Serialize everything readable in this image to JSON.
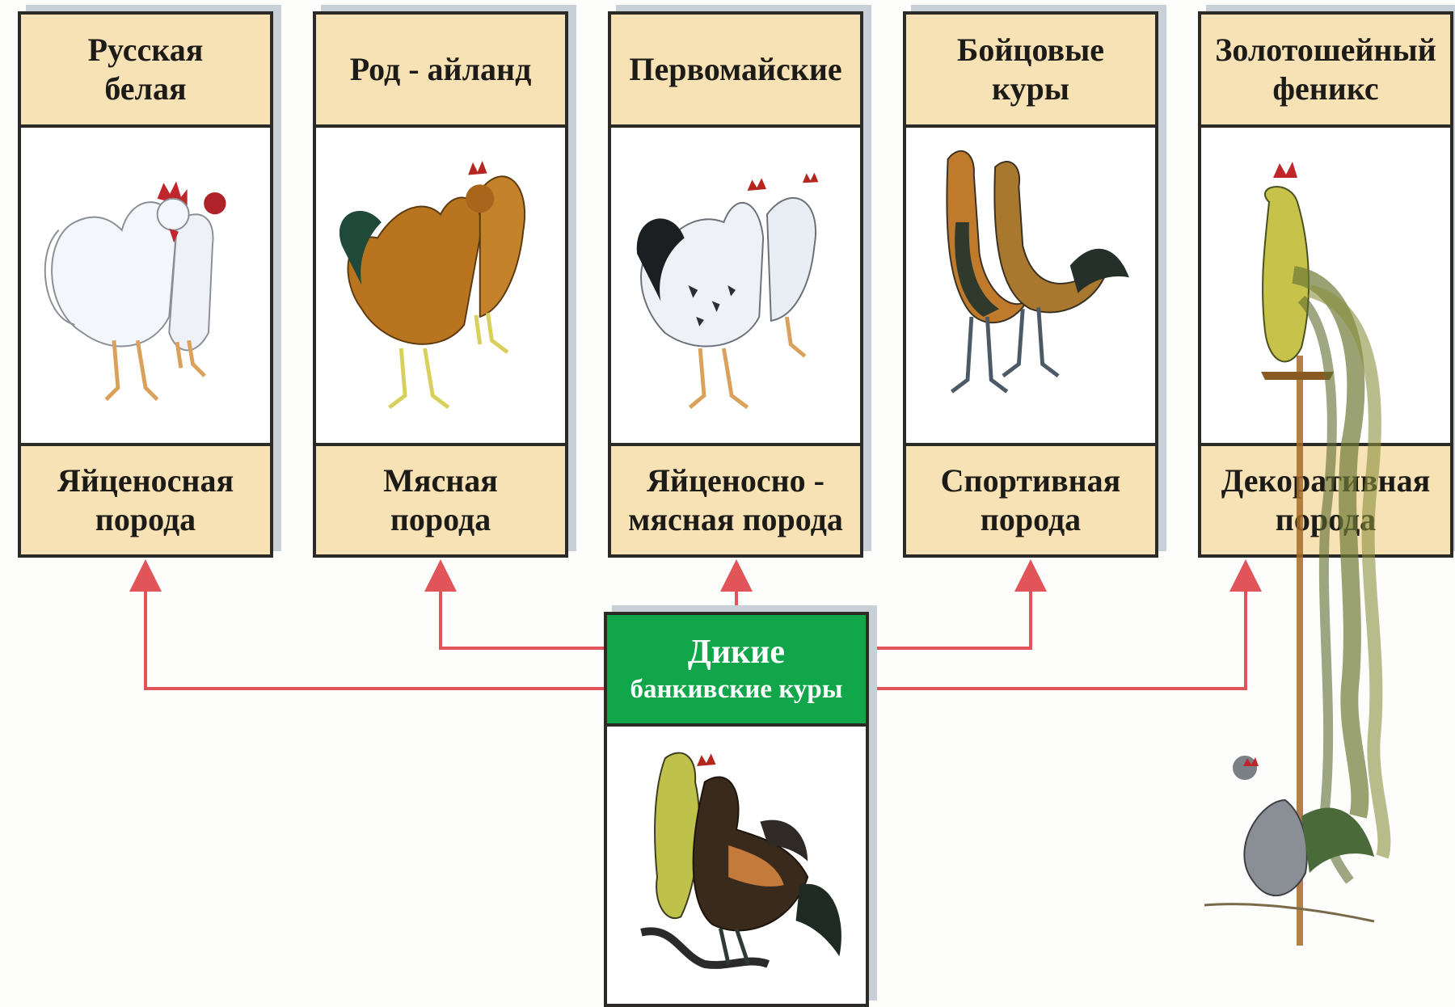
{
  "breeds": [
    {
      "name": "Русская\nбелая",
      "category": "Яйценосная\nпорода",
      "icon": "white-chickens-icon"
    },
    {
      "name": "Род - айланд",
      "category": "Мясная\nпорода",
      "icon": "brown-chickens-icon"
    },
    {
      "name": "Первомайские",
      "category": "Яйценосно -\nмясная порода",
      "icon": "speckled-chickens-icon"
    },
    {
      "name": "Бойцовые\nкуры",
      "category": "Спортивная\nпорода",
      "icon": "game-chickens-icon"
    },
    {
      "name": "Золотошейный\nфеникс",
      "category": "Декоративная\nпорода",
      "icon": "phoenix-rooster-icon"
    }
  ],
  "ancestor": {
    "line1": "Дикие",
    "line2": "банкивские куры",
    "icon": "wild-junglefowl-icon"
  },
  "colors": {
    "label_bg": "#f6e2b4",
    "ancestor_bg": "#11a64a",
    "arrow": "#e0545a",
    "border": "#2c2a26"
  }
}
